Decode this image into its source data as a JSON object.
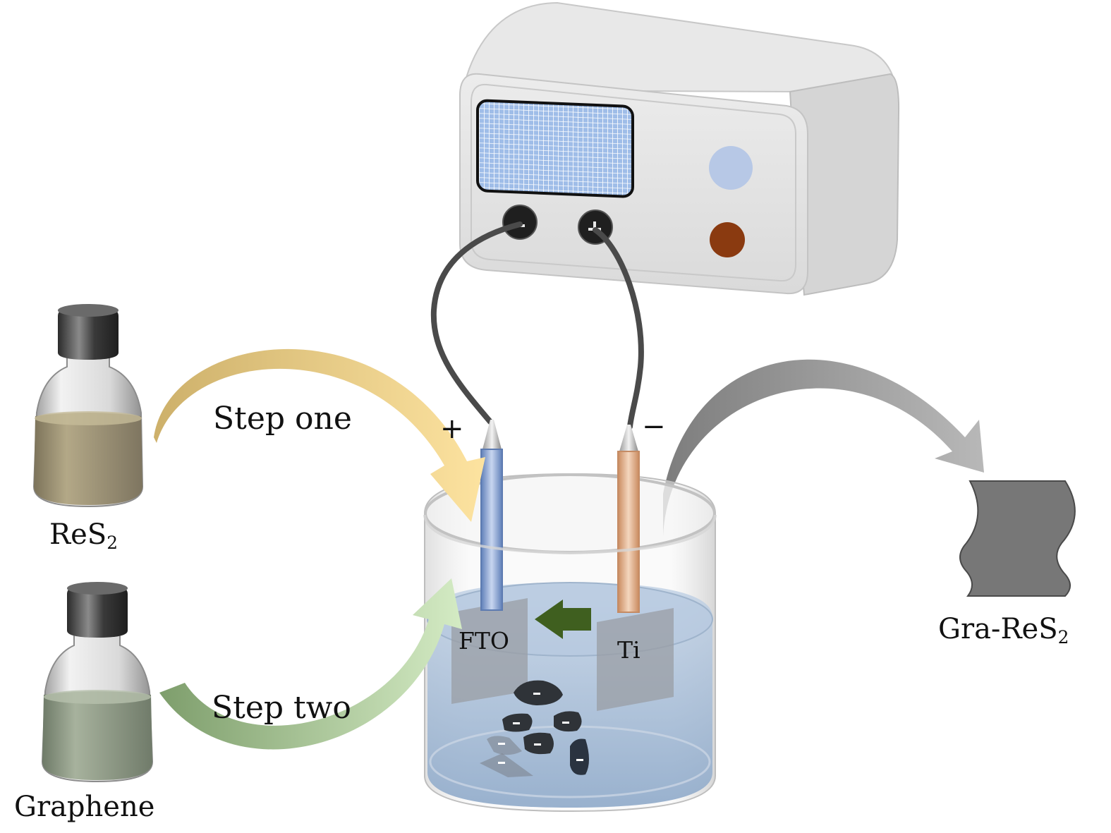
{
  "labels": {
    "step_one": "Step one",
    "step_two": "Step two",
    "res2_prefix": "ReS",
    "res2_sub": "2",
    "graphene": "Graphene",
    "product_prefix": "Gra-ReS",
    "product_sub": "2",
    "fto": "FTO",
    "ti": "Ti",
    "plus": "+",
    "minus": "−"
  },
  "colors": {
    "step_one_arrow": "#f6d88a",
    "step_two_arrow": "#9cc28f",
    "transfer_arrow": "#8f8f8f",
    "electrolyte": "#a9bfd8",
    "current_arrow": "#3f5f1f",
    "anode_rod": "#8ea9d8",
    "cathode_rod": "#e6b08c",
    "display_grid": "#9fbde8",
    "knob_blue": "#b7c8e6",
    "knob_brown": "#8a3a10",
    "res2_liquid": "#9c9070",
    "graphene_liquid": "#8e9a86",
    "product_film": "#777777"
  },
  "icons": [
    "power-supply-icon",
    "bottle-icon",
    "beaker-icon",
    "electrode-icon",
    "film-sheet-icon"
  ]
}
